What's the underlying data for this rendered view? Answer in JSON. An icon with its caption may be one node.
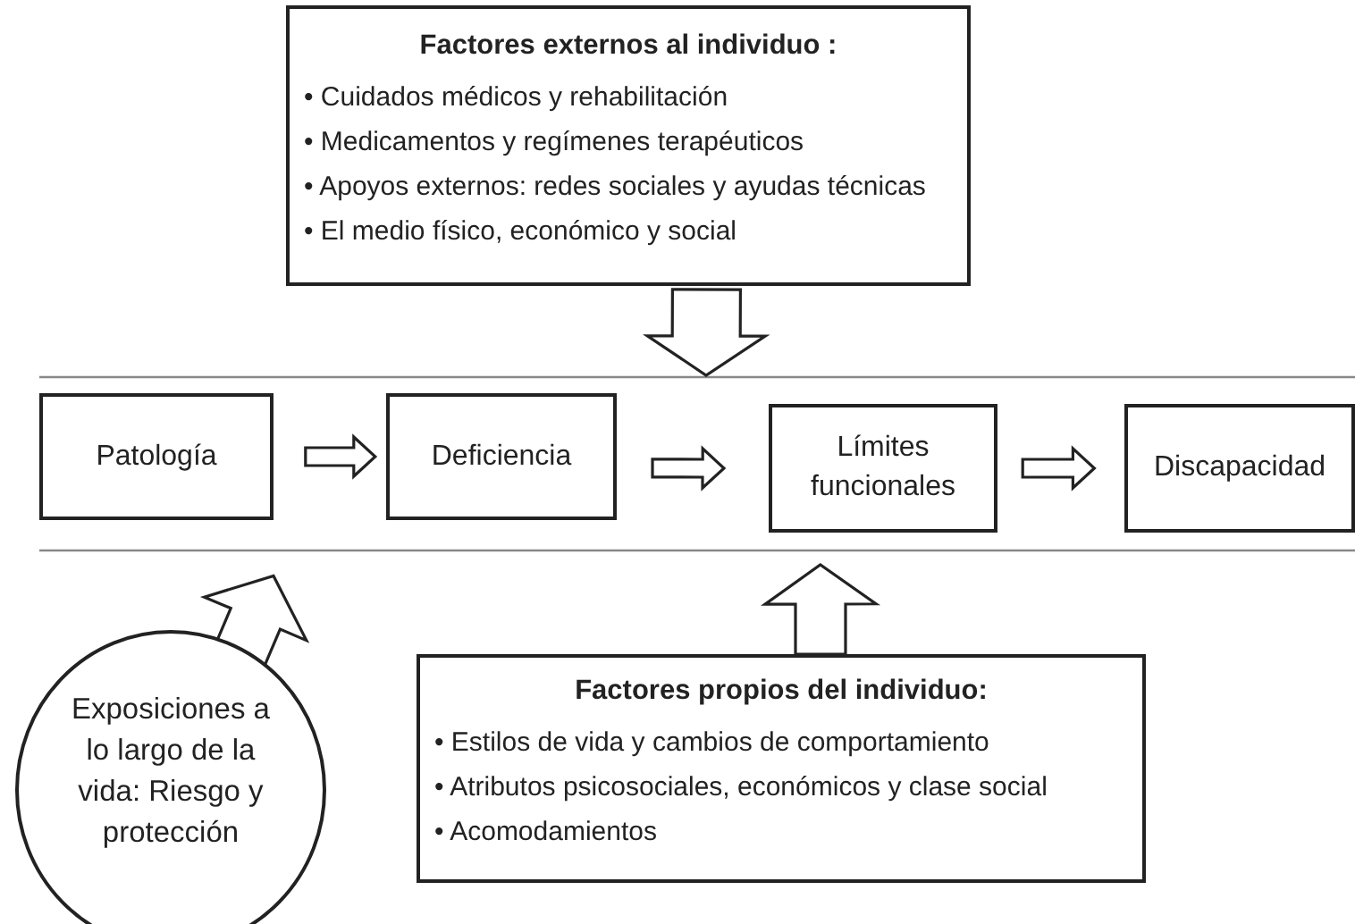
{
  "diagram": {
    "nodes": [
      {
        "text": [
          "Factores externos al individuo :",
          "• Cuidados médicos y rehabilitación",
          "• Medicamentos y regímenes terapéuticos",
          "• Apoyos externos: redes sociales y ayudas técnicas",
          "• El medio físico, económico y social"
        ]
      },
      {
        "text": [
          "Patología"
        ]
      },
      {
        "text": [
          "Deficiencia"
        ]
      },
      {
        "text": [
          "Límites funcionales"
        ]
      },
      {
        "text": [
          "Discapacidad"
        ]
      },
      {
        "text": [
          "Factores propios del individuo:",
          "• Estilos de vida y cambios de comportamiento",
          "• Atributos psicosociales, económicos y clase social",
          "• Acomodamientos"
        ]
      },
      {
        "text": [
          "Exposiciones a lo largo de la vida: Riesgo y protección"
        ]
      }
    ],
    "edges": [
      {
        "from": 6,
        "to": 1,
        "arrow": "to"
      },
      {
        "from": 1,
        "to": 2,
        "arrow": "to"
      },
      {
        "from": 2,
        "to": 3,
        "arrow": "to"
      },
      {
        "from": 3,
        "to": 4,
        "arrow": "to"
      },
      {
        "from": 0,
        "to": null,
        "arrow": "to"
      },
      {
        "from": 5,
        "to": 3,
        "arrow": "to"
      }
    ]
  }
}
